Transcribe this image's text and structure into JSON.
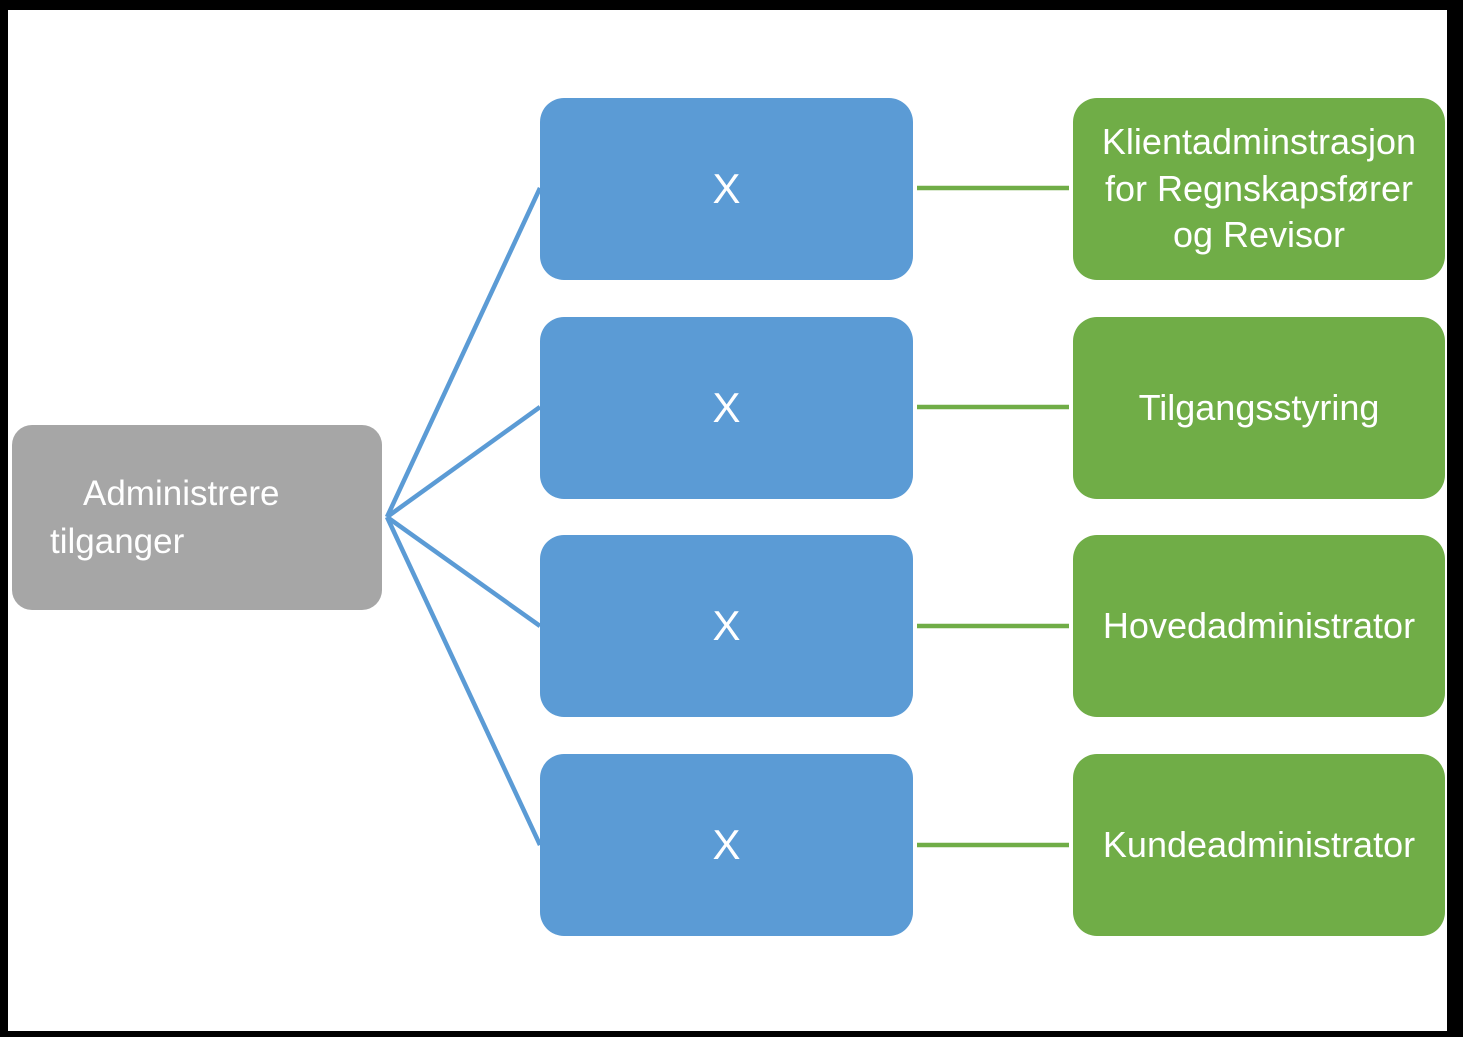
{
  "diagram": {
    "colors": {
      "blue": "#5B9BD5",
      "green": "#70AD47",
      "gray": "#A6A6A6",
      "border": "#000000"
    },
    "root": {
      "label": "Administrere tilganger"
    },
    "rows": [
      {
        "middle_label": "X",
        "target_label": "Klientadminstrasjon for Regnskapsfører og Revisor"
      },
      {
        "middle_label": "X",
        "target_label": "Tilgangsstyring"
      },
      {
        "middle_label": "X",
        "target_label": "Hovedadministrator"
      },
      {
        "middle_label": "X",
        "target_label": "Kundeadministrator"
      }
    ]
  }
}
